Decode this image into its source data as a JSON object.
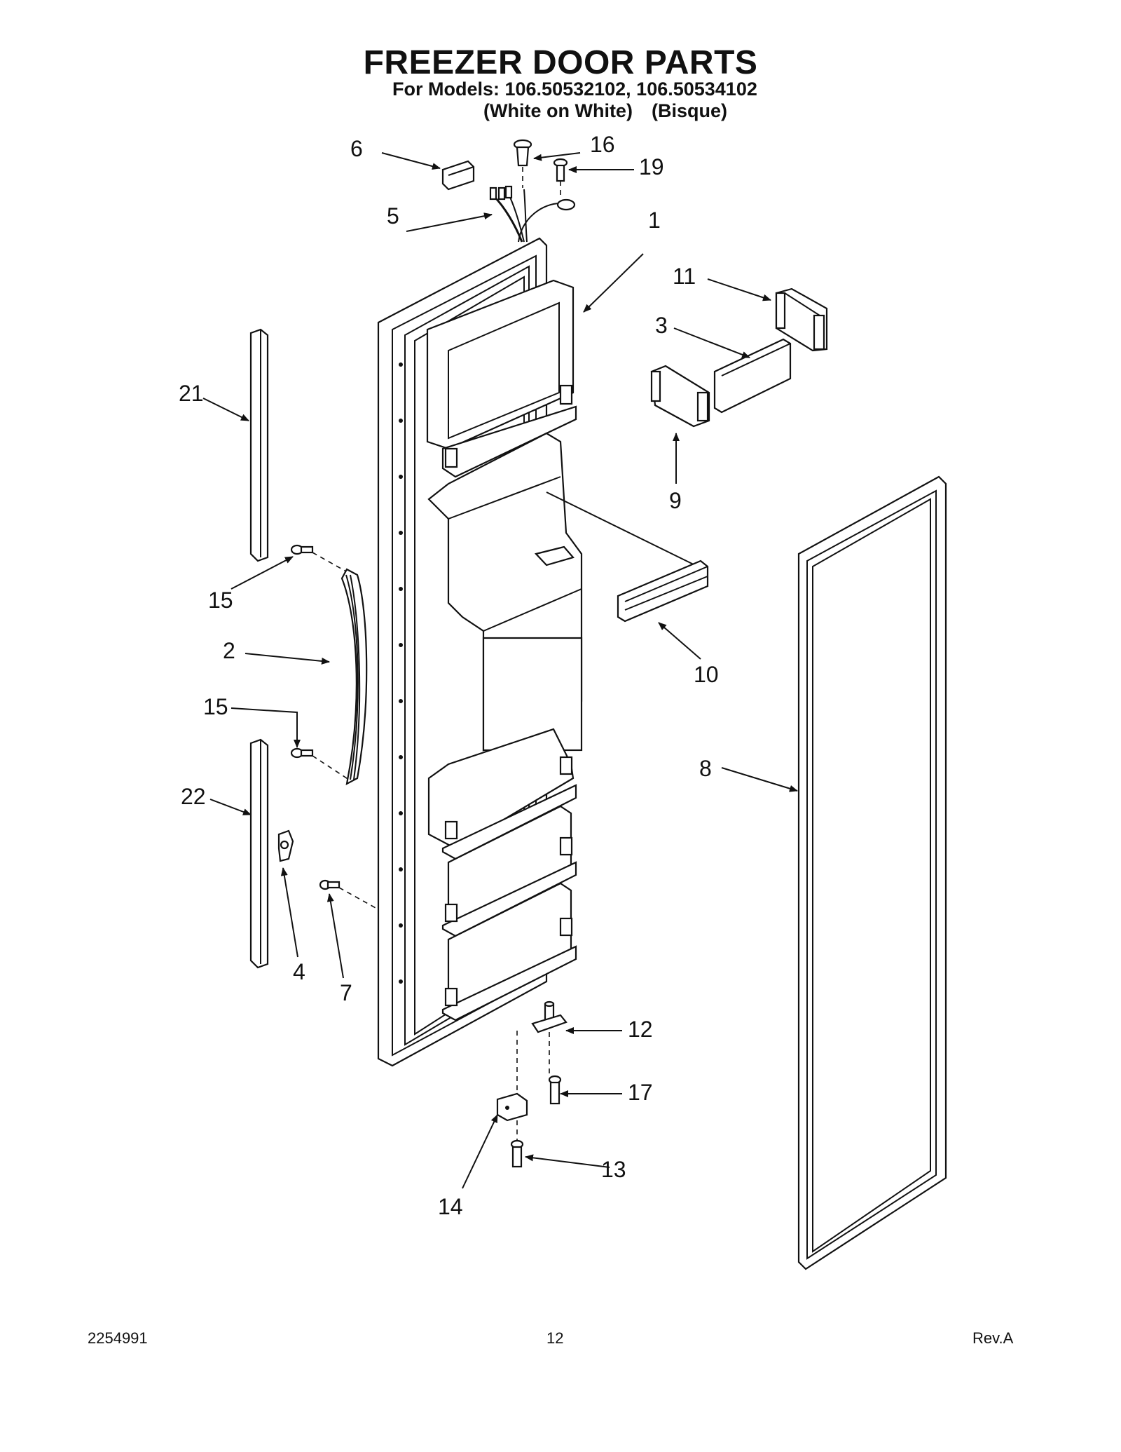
{
  "header": {
    "title": "FREEZER DOOR PARTS",
    "subtitle": "For Models: 106.50532102, 106.50534102",
    "variant_a": "(White on White)",
    "variant_b": "(Bisque)"
  },
  "callouts": {
    "c1": "1",
    "c2": "2",
    "c3": "3",
    "c4": "4",
    "c5": "5",
    "c6": "6",
    "c7": "7",
    "c8": "8",
    "c9": "9",
    "c10": "10",
    "c11": "11",
    "c12": "12",
    "c13": "13",
    "c14": "14",
    "c15a": "15",
    "c15b": "15",
    "c16": "16",
    "c17": "17",
    "c19": "19",
    "c21": "21",
    "c22": "22"
  },
  "footer": {
    "doc_number": "2254991",
    "page_number": "12",
    "revision": "Rev.A"
  }
}
